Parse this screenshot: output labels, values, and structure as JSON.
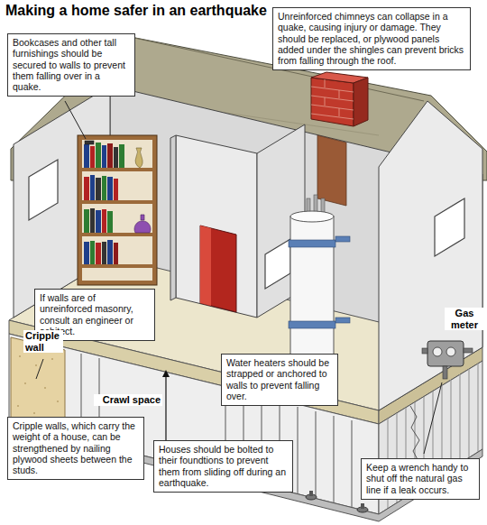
{
  "diagram": {
    "title": "Making a home safer in an earthquake",
    "nodes": [
      {
        "text": [
          "Unreinforced chimneys can collapse in a quake, causing injury or damage. They should be replaced, or plywood panels added under the shingles can prevent bricks from falling through the roof."
        ]
      },
      {
        "text": [
          "Bookcases and other tall furnishings should be secured to walls to prevent them falling over in a quake."
        ]
      },
      {
        "text": [
          "If walls are of unreinforced masonry, consult an engineer or achitect."
        ]
      },
      {
        "text": [
          "Water heaters should be strapped or anchored to walls to prevent falling over."
        ]
      },
      {
        "text": [
          "Cripple walls, which carry the weight of a house, can be strengthened by nailing plywood sheets between the studs."
        ]
      },
      {
        "text": [
          "Houses should be bolted to their foundtions to prevent them from sliding off during an earthquake."
        ]
      },
      {
        "text": [
          "Keep a wrench handy to shut off the natural gas line if a leak occurs."
        ]
      }
    ],
    "labels": [
      "Cripple wall",
      "Crawl space",
      "Gas meter"
    ]
  }
}
